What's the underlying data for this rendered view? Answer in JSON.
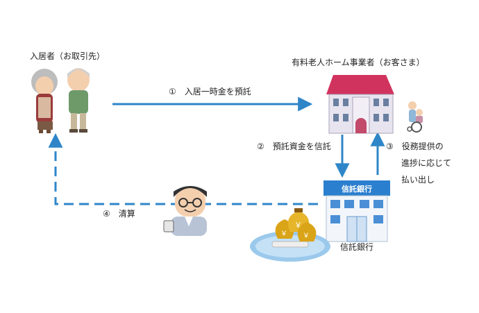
{
  "labels": {
    "resident": "入居者（お取引先）",
    "operator": "有料老人ホーム事業者（お客さま）",
    "bank": "信託銀行",
    "bank_sign": "信託銀行"
  },
  "steps": {
    "step1": "①　入居一時金を預託",
    "step2": "②　預託資金を信託",
    "step3_line1": "③　役務提供の",
    "step3_line2": "進捗に応じて",
    "step3_line3": "払い出し",
    "step4": "④　清算"
  },
  "money_sign": "￥",
  "colors": {
    "arrow": "#2e86c8",
    "roof": "#d1335f",
    "building_wall": "#e8e4ef",
    "bank_blue": "#2b7fcf",
    "water": "#9bc9ec"
  }
}
